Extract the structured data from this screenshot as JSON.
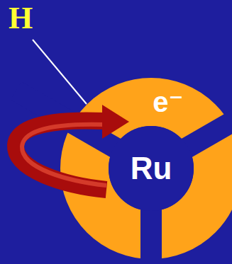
{
  "diagram": {
    "nodes": [
      {
        "text": [
          "e⁻"
        ]
      },
      {
        "text": [
          "Ru"
        ],
        "in": 0
      }
    ],
    "labels": [
      "H"
    ]
  }
}
